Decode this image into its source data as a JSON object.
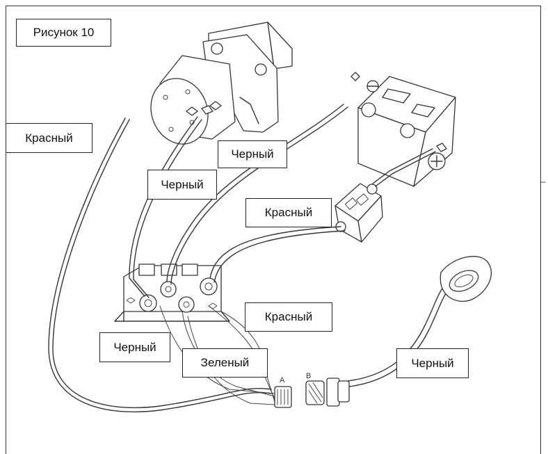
{
  "figure_title": "Рисунок 10",
  "labels": {
    "red_left": "Красный",
    "black_top": "Черный",
    "black_motor": "Черный",
    "red_battery": "Красный",
    "red_right": "Красный",
    "black_bottom_left": "Черный",
    "green": "Зеленый",
    "black_remote": "Черный"
  },
  "connector_marks": {
    "a": "A",
    "b": "B"
  }
}
